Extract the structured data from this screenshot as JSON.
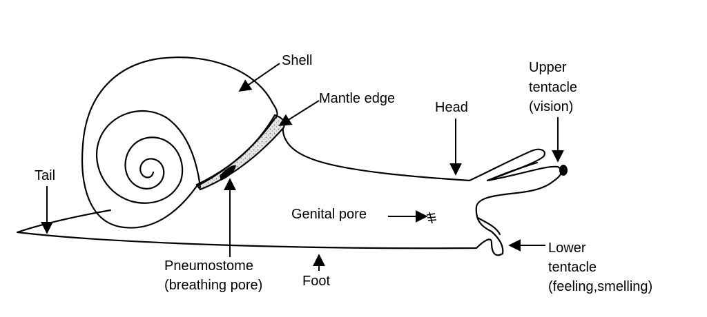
{
  "labels": {
    "shell": "Shell",
    "mantle_edge": "Mantle edge",
    "head": "Head",
    "upper_tentacle": [
      "Upper",
      "tentacle",
      "(vision)"
    ],
    "tail": "Tail",
    "genital_pore": "Genital pore",
    "lower_tentacle": [
      "Lower",
      "tentacle",
      "(feeling,smelling)"
    ],
    "pneumostome": [
      "Pneumostome",
      "(breathing pore)"
    ],
    "foot": "Foot"
  },
  "colors": {
    "ink": "#000000",
    "paper": "#ffffff",
    "mantle_fill": "#cfcfcf"
  }
}
